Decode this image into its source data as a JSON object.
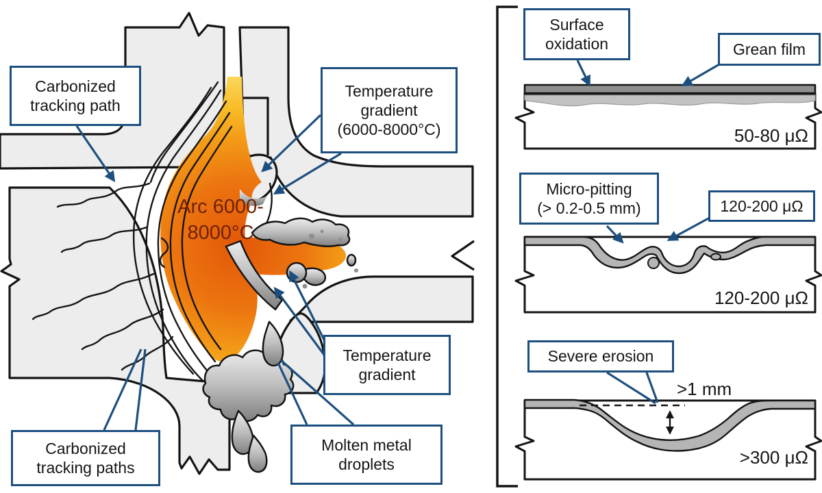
{
  "colors": {
    "callout_border": "#1c4f7f",
    "leader_arrow": "#1c4f7f",
    "arc_text": "#6e2306",
    "arc_core": "#e35708",
    "arc_edge": "#fcd95f",
    "contact_fill": "#ededed",
    "metal_gray": "#b5b5b5"
  },
  "left_panel": {
    "arc_label": {
      "line1": "Arc",
      "line2": "6000-8000°C"
    },
    "callouts": {
      "tracking_top": {
        "lines": [
          "Carbonized",
          "tracking path"
        ]
      },
      "temp_gradient_top": {
        "lines": [
          "Temperature",
          "gradient",
          "(6000-8000°C)"
        ]
      },
      "temp_gradient_mid": {
        "lines": [
          "Temperature",
          "gradient"
        ]
      },
      "molten_droplets": {
        "lines": [
          "Molten metal",
          "droplets"
        ]
      },
      "tracking_bottom": {
        "lines": [
          "Carbonized",
          "tracking paths"
        ]
      }
    }
  },
  "right_panel": {
    "stage_oxidation": {
      "callout_surface": {
        "lines": [
          "Surface",
          "oxidation"
        ]
      },
      "callout_film": {
        "lines": [
          "Grean film"
        ]
      },
      "resistance": "50-80 μΩ"
    },
    "stage_pitting": {
      "callout_pitting": {
        "lines": [
          "Micro-pitting",
          "(> 0.2-0.5 mm)"
        ]
      },
      "callout_resistance": {
        "lines": [
          "120-200 μΩ"
        ]
      },
      "resistance": "120-200 μΩ"
    },
    "stage_erosion": {
      "callout": {
        "lines": [
          "Severe erosion"
        ]
      },
      "depth": ">1 mm",
      "resistance": ">300 μΩ"
    }
  }
}
